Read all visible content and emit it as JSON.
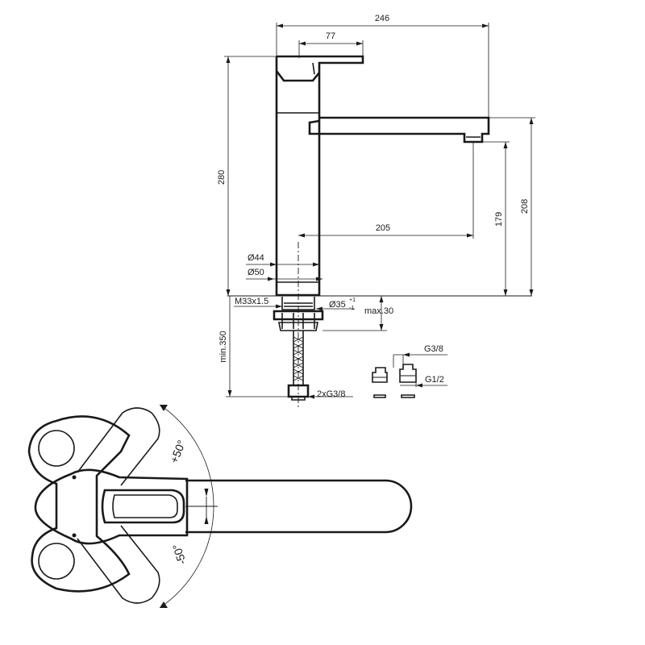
{
  "dimensions": {
    "total_width": "246",
    "lever_length": "77",
    "total_height": "280",
    "spout_height": "208",
    "outlet_height": "179",
    "spout_reach": "205",
    "body_diameter": "Ø44",
    "base_diameter": "Ø50",
    "thread": "M33x1.5",
    "hole_diameter": "Ø35",
    "hole_tol_upper": "+1",
    "hole_tol_lower": "-1",
    "max_thickness": "max.30",
    "hose_length": "min.350",
    "hose_connection": "2xG3/8",
    "adapter_small": "G3/8",
    "adapter_large": "G1/2"
  },
  "rotation": {
    "plus": "+50°",
    "minus": "-50°"
  }
}
